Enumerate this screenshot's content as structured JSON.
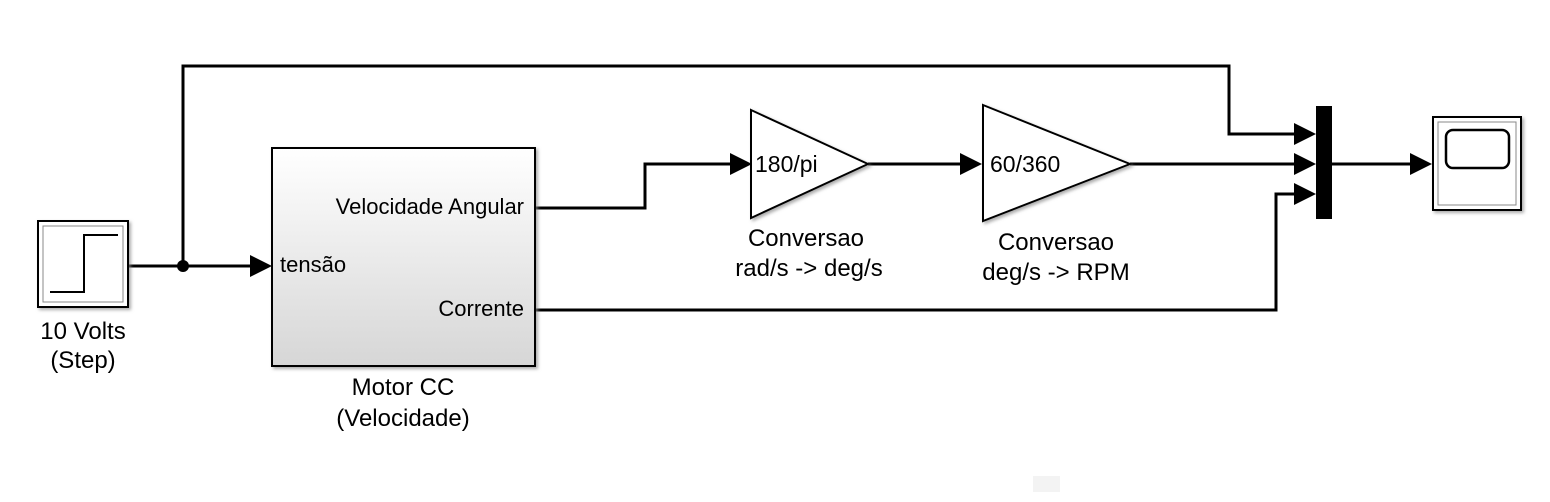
{
  "blocks": {
    "step": {
      "label_line1": "10 Volts",
      "label_line2": "(Step)"
    },
    "motor": {
      "port_velocidade": "Velocidade Angular",
      "port_tensao": "tensão",
      "port_corrente": "Corrente",
      "label_line1": "Motor CC",
      "label_line2": "(Velocidade)"
    },
    "gain1": {
      "value": "180/pi",
      "label_line1": "Conversao",
      "label_line2": "rad/s -> deg/s"
    },
    "gain2": {
      "value": "60/360",
      "label_line1": "Conversao",
      "label_line2": "deg/s -> RPM"
    }
  },
  "colors": {
    "line": "#000000",
    "subsystem_fill_top": "#ffffff",
    "subsystem_fill_bottom": "#d8d8d8"
  }
}
